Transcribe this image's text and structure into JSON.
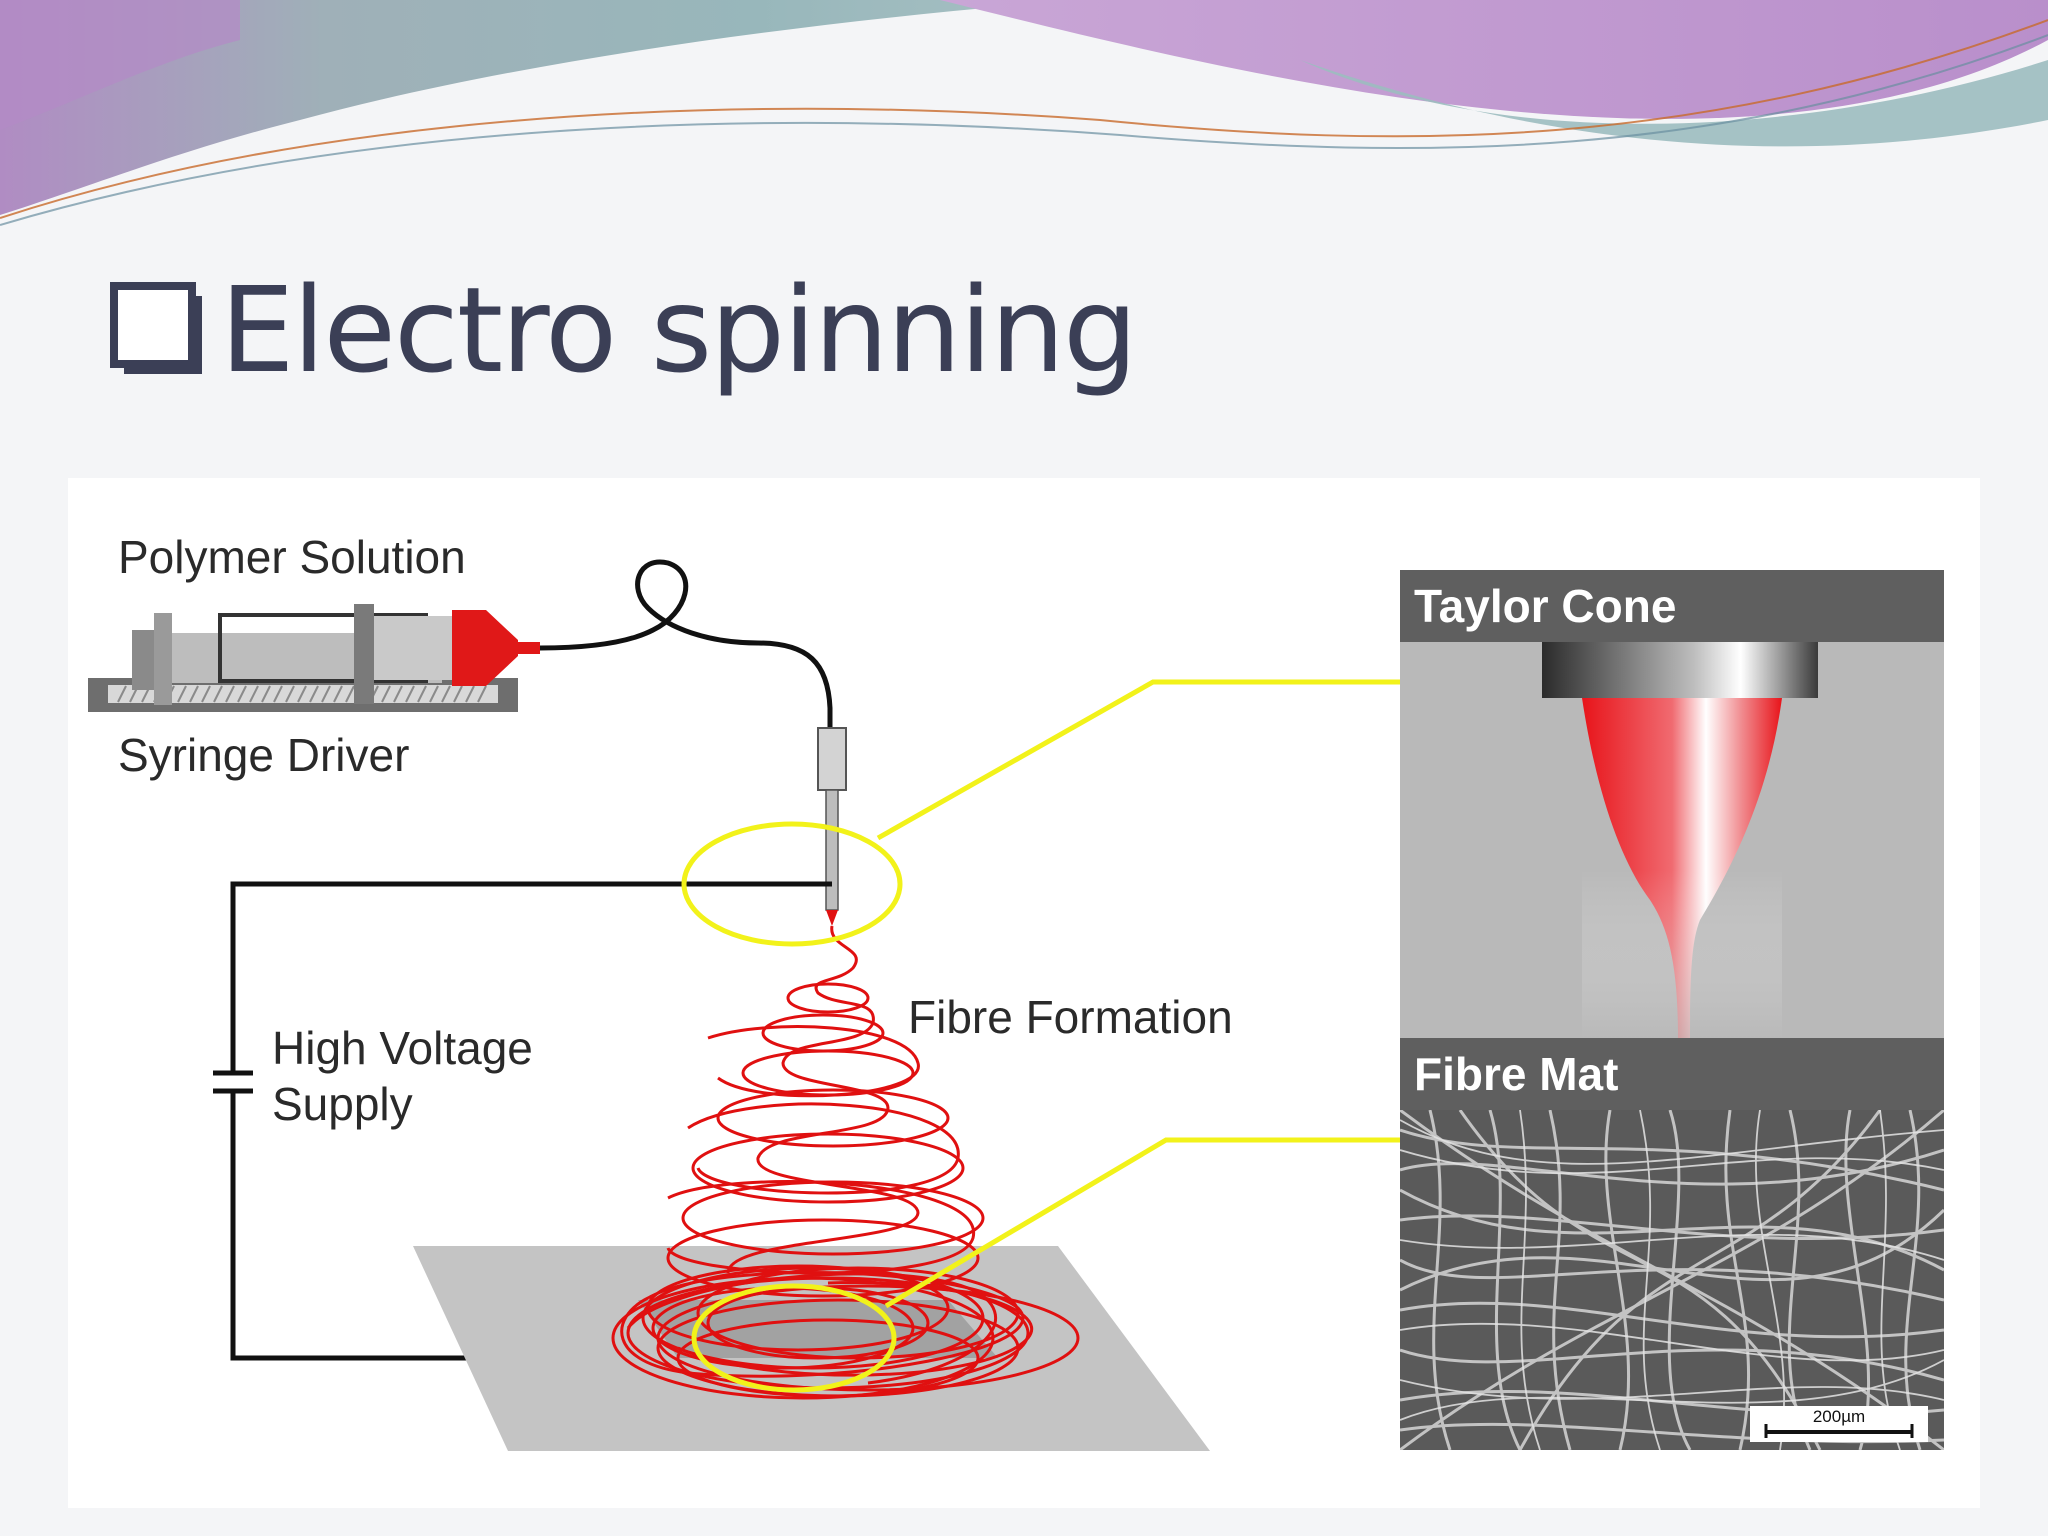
{
  "slide": {
    "title": "Electro spinning",
    "title_bullet_icon": "hollow-square-bullet-icon",
    "colors": {
      "title": "#3b3f56",
      "wave_teal": "#8fb5b8",
      "wave_purple": "#b68bc0",
      "fibre_red": "#e01010",
      "highlight_yellow": "#f2f21a"
    }
  },
  "diagram": {
    "labels": {
      "polymer_solution": "Polymer Solution",
      "syringe_driver": "Syringe Driver",
      "high_voltage_line1": "High Voltage",
      "high_voltage_line2": "Supply",
      "fibre_formation": "Fibre Formation"
    },
    "panels": {
      "taylor_cone": "Taylor Cone",
      "fibre_mat": "Fibre Mat",
      "scale_bar": "200µm"
    }
  }
}
